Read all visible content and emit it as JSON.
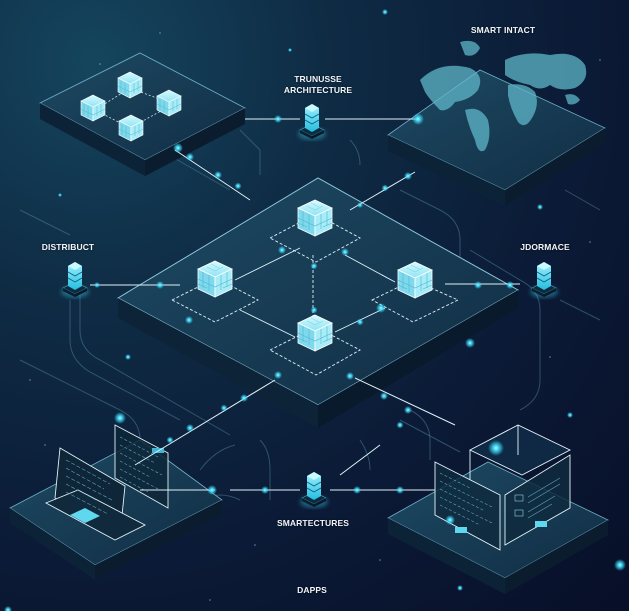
{
  "diagram": {
    "title": "Blockchain network architecture illustration",
    "colors": {
      "background_top": "#15455e",
      "background_bottom": "#080f28",
      "platform_top": "#173b52",
      "platform_side": "#0c2236",
      "accent_glow": "#3fe0ff",
      "line": "#cfe6f0",
      "cube_fill": "#8fe6f5"
    },
    "labels": {
      "top_center": [
        "TRUNUSSE",
        "ARCHITECTURE"
      ],
      "top_right": "SMART INTACT",
      "left": "DISTRIBUCT",
      "right": "JDORMACE",
      "bottom_center": "SMARTECTURES",
      "bottom": "DAPPS"
    },
    "nodes": [
      {
        "id": "top-left-platform",
        "content": "4 blockchain cubes"
      },
      {
        "id": "top-right-platform",
        "content": "world map"
      },
      {
        "id": "center-platform",
        "content": "4 blockchain cubes with dashed links"
      },
      {
        "id": "bottom-left-platform",
        "content": "code screens / laptop"
      },
      {
        "id": "bottom-right-platform",
        "content": "holographic dashboard panels"
      },
      {
        "id": "server-top",
        "content": "server stack"
      },
      {
        "id": "server-left",
        "content": "server stack"
      },
      {
        "id": "server-right",
        "content": "server stack"
      },
      {
        "id": "server-bottom",
        "content": "server stack"
      }
    ]
  }
}
